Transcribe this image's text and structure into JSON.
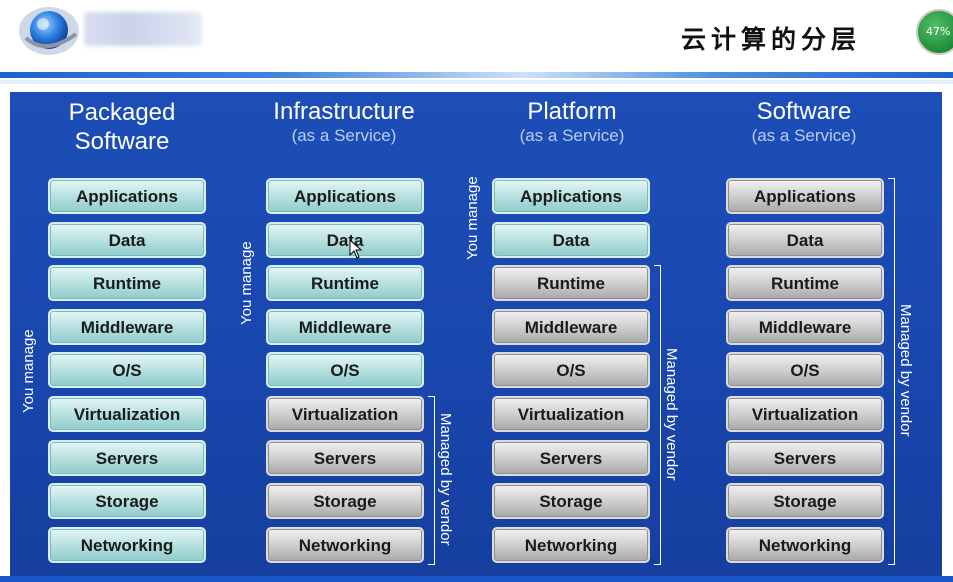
{
  "header": {
    "title": "云计算的分层",
    "progress": "47%"
  },
  "colors": {
    "panel": "#1b4cb5",
    "managed_layer": "#b3dfde",
    "vendor_layer": "#cbcbcb",
    "accent": "#1c63c6"
  },
  "labels": {
    "you_manage": "You manage",
    "managed_by_vendor": "Managed by vendor"
  },
  "columns": [
    {
      "title": "Packaged Software",
      "subtitle": "",
      "you_manage_count": 9,
      "layers": [
        "Applications",
        "Data",
        "Runtime",
        "Middleware",
        "O/S",
        "Virtualization",
        "Servers",
        "Storage",
        "Networking"
      ]
    },
    {
      "title": "Infrastructure",
      "subtitle": "(as a Service)",
      "you_manage_count": 5,
      "layers": [
        "Applications",
        "Data",
        "Runtime",
        "Middleware",
        "O/S",
        "Virtualization",
        "Servers",
        "Storage",
        "Networking"
      ]
    },
    {
      "title": "Platform",
      "subtitle": "(as a Service)",
      "you_manage_count": 2,
      "layers": [
        "Applications",
        "Data",
        "Runtime",
        "Middleware",
        "O/S",
        "Virtualization",
        "Servers",
        "Storage",
        "Networking"
      ]
    },
    {
      "title": "Software",
      "subtitle": "(as a Service)",
      "you_manage_count": 0,
      "layers": [
        "Applications",
        "Data",
        "Runtime",
        "Middleware",
        "O/S",
        "Virtualization",
        "Servers",
        "Storage",
        "Networking"
      ]
    }
  ]
}
